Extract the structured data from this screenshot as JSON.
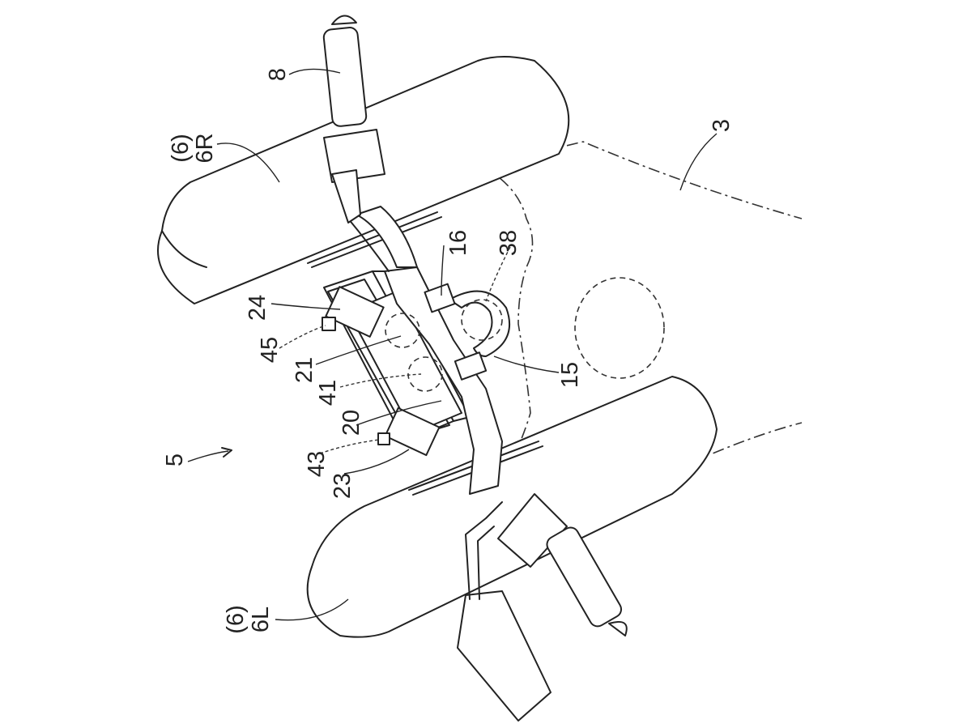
{
  "labels": {
    "l3": "3",
    "l5": "5",
    "l6_top": "(6)",
    "l6r": "6R",
    "l6_bottom": "(6)",
    "l6l": "6L",
    "l8": "8",
    "l15": "15",
    "l16": "16",
    "l20": "20",
    "l21": "21",
    "l23": "23",
    "l24": "24",
    "l38": "38",
    "l41": "41",
    "l43": "43",
    "l45": "45"
  }
}
